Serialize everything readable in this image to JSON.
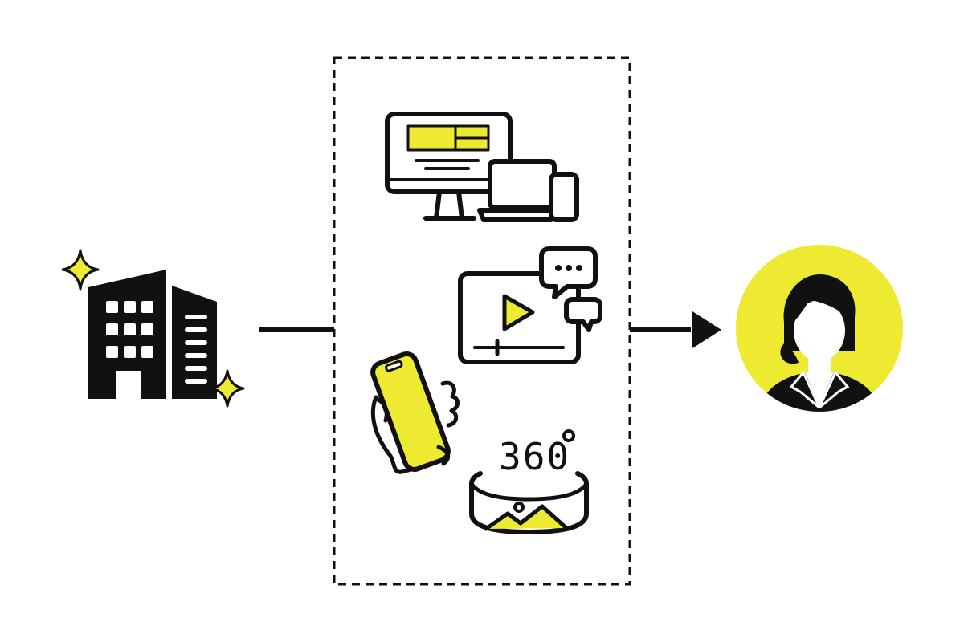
{
  "colors": {
    "accent": "#EEEA31",
    "ink": "#111111",
    "background": "#FFFFFF"
  },
  "diagram": {
    "source": {
      "icon": "office-building-icon",
      "decoration": "sparkle-icon"
    },
    "channels": [
      {
        "icon": "multi-device-icon"
      },
      {
        "icon": "video-player-icon"
      },
      {
        "icon": "smartphone-in-hand-icon"
      },
      {
        "icon": "panorama-360-icon",
        "label": "360"
      }
    ],
    "target": {
      "icon": "person-avatar-icon"
    },
    "connectors": [
      {
        "from": "source",
        "to": "channels",
        "style": "line"
      },
      {
        "from": "channels",
        "to": "target",
        "style": "arrow"
      }
    ]
  }
}
